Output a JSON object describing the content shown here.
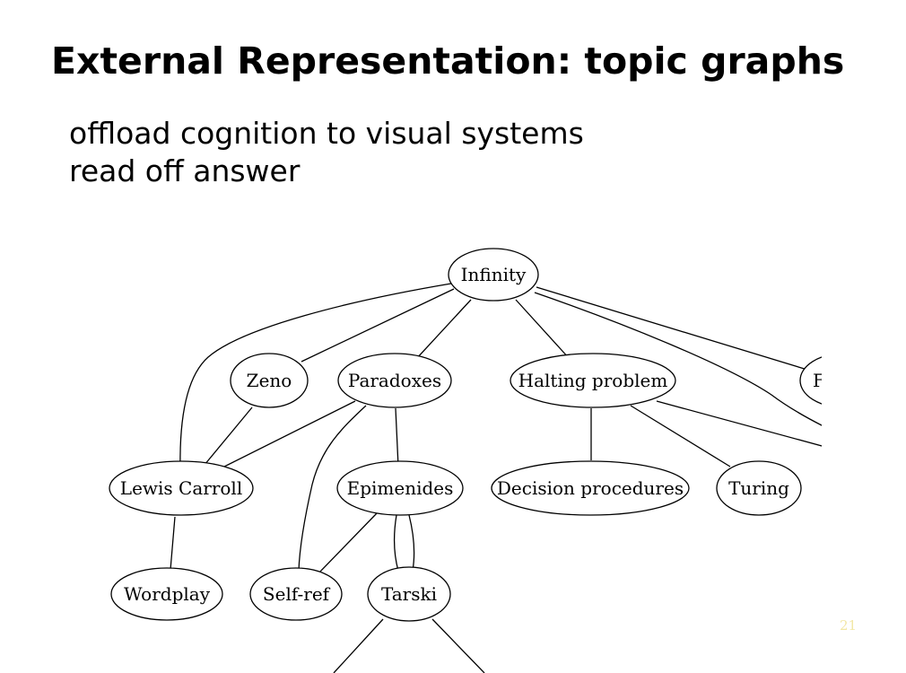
{
  "slide": {
    "title": "External Representation: topic graphs",
    "bullets": [
      "offload cognition to visual systems",
      "read off answer"
    ],
    "page_number": "21"
  },
  "graph": {
    "nodes": [
      {
        "id": "infinity",
        "label": "Infinity"
      },
      {
        "id": "zeno",
        "label": "Zeno"
      },
      {
        "id": "paradoxes",
        "label": "Paradoxes"
      },
      {
        "id": "halting",
        "label": "Halting problem"
      },
      {
        "id": "f",
        "label": "F"
      },
      {
        "id": "lewis",
        "label": "Lewis Carroll"
      },
      {
        "id": "epimenides",
        "label": "Epimenides"
      },
      {
        "id": "decision",
        "label": "Decision procedures"
      },
      {
        "id": "turing",
        "label": "Turing"
      },
      {
        "id": "wordplay",
        "label": "Wordplay"
      },
      {
        "id": "selfref",
        "label": "Self-ref"
      },
      {
        "id": "tarski",
        "label": "Tarski"
      }
    ],
    "edges": [
      [
        "infinity",
        "lewis"
      ],
      [
        "infinity",
        "zeno"
      ],
      [
        "infinity",
        "paradoxes"
      ],
      [
        "infinity",
        "halting"
      ],
      [
        "infinity",
        "f"
      ],
      [
        "infinity",
        "offscreen-1"
      ],
      [
        "zeno",
        "lewis"
      ],
      [
        "paradoxes",
        "lewis"
      ],
      [
        "paradoxes",
        "selfref"
      ],
      [
        "paradoxes",
        "epimenides"
      ],
      [
        "halting",
        "decision"
      ],
      [
        "halting",
        "turing"
      ],
      [
        "halting",
        "offscreen-2"
      ],
      [
        "lewis",
        "wordplay"
      ],
      [
        "epimenides",
        "selfref"
      ],
      [
        "epimenides",
        "tarski"
      ],
      [
        "epimenides",
        "tarski"
      ],
      [
        "tarski",
        "offscreen-3"
      ],
      [
        "tarski",
        "offscreen-4"
      ]
    ]
  }
}
